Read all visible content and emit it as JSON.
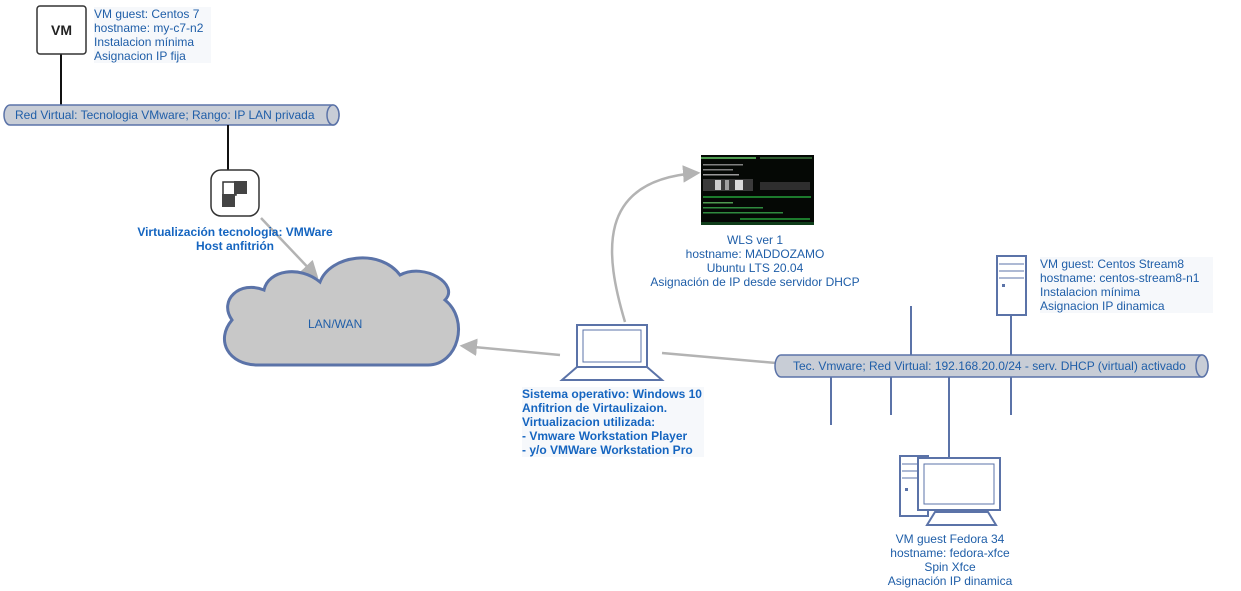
{
  "vm_centos7": {
    "icon_text": "VM",
    "lines": [
      "VM guest: Centos 7",
      "hostname: my-c7-n2",
      "Instalacion mínima",
      "Asignacion IP fija"
    ]
  },
  "virtual_network_1": {
    "label": "Red Virtual: Tecnologia VMware; Rango: IP LAN privada"
  },
  "virtualization_host": {
    "lines": [
      "Virtualización tecnologia: VMWare",
      "Host anfitrión"
    ]
  },
  "cloud": {
    "label": "LAN/WAN"
  },
  "wls": {
    "lines": [
      "WLS ver 1",
      "hostname: MADDOZAMO",
      "Ubuntu LTS 20.04",
      "Asignación de IP desde servidor DHCP"
    ]
  },
  "laptop": {
    "lines": [
      "Sistema operativo: Windows 10",
      "Anfitrion de Virtaulizaion.",
      "Virtualizacion utilizada:",
      "- Vmware Workstation Player",
      "- y/o VMWare Workstation Pro"
    ]
  },
  "virtual_network_2": {
    "label": "Tec. Vmware; Red Virtual: 192.168.20.0/24 - serv. DHCP (virtual) activado"
  },
  "vm_centos_stream8": {
    "lines": [
      "VM guest: Centos Stream8",
      "hostname: centos-stream8-n1",
      "Instalacion mínima",
      "Asignacion IP dinamica"
    ]
  },
  "vm_fedora": {
    "lines": [
      "VM guest Fedora 34",
      "hostname: fedora-xfce",
      "Spin Xfce",
      "Asignación IP dinamica"
    ]
  },
  "colors": {
    "pipe_fill": "#c8cdd6",
    "pipe_stroke": "#5b73a8",
    "text": "#1f5ea8",
    "arrow": "#b3b3b3"
  }
}
